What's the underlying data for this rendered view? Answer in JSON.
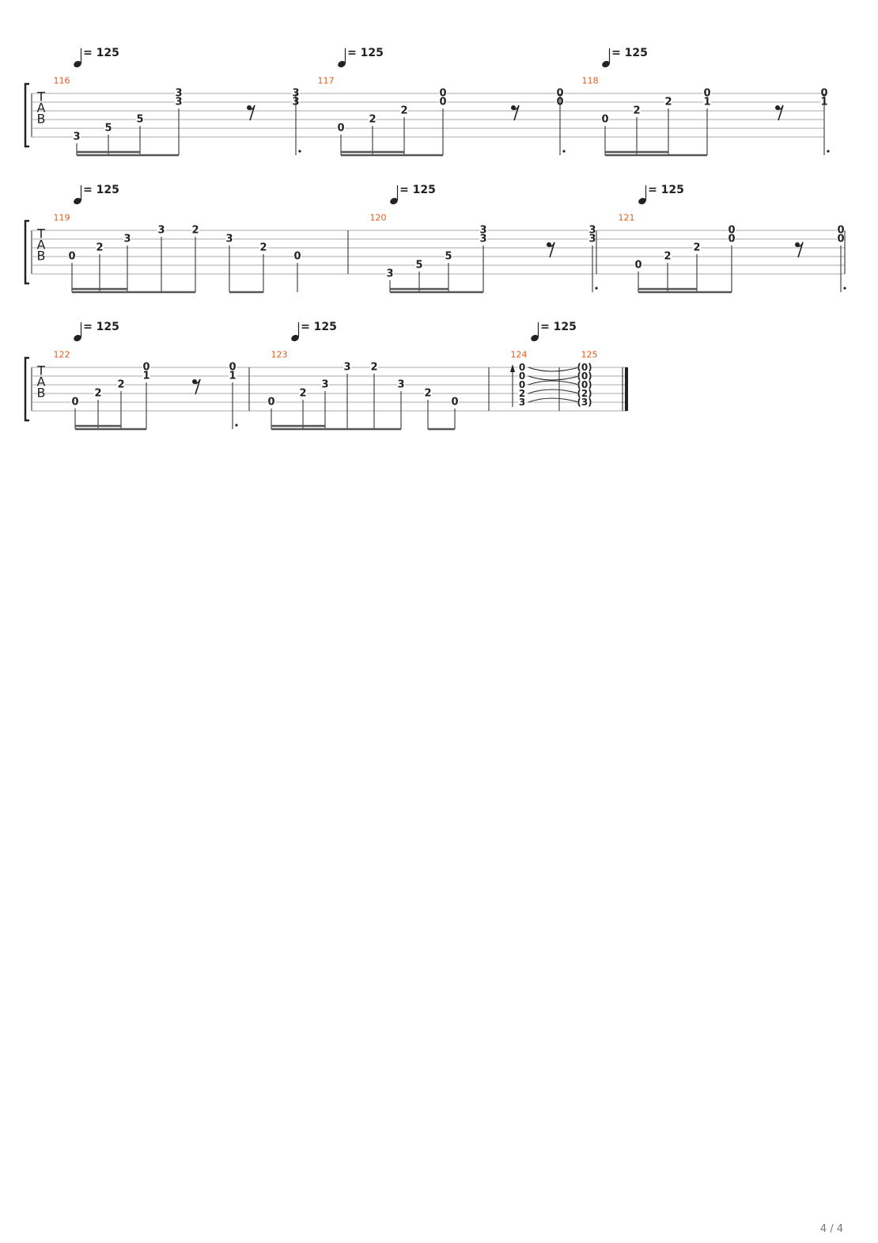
{
  "page_number": "4 / 4",
  "tempo": "= 125",
  "tab_label": [
    "T",
    "A",
    "B"
  ],
  "systems": [
    {
      "measures": [
        {
          "number": "116",
          "width": 334,
          "beats": [
            {
              "w": 57,
              "frets": [
                [
                  5,
                  "3"
                ]
              ],
              "stem": "plain"
            },
            {
              "w": 40,
              "frets": [
                [
                  4,
                  "5"
                ]
              ],
              "beam": 2
            },
            {
              "w": 40,
              "frets": [
                [
                  3,
                  "5"
                ]
              ],
              "beam": 2
            },
            {
              "w": 49,
              "frets": [
                [
                  0,
                  "3"
                ],
                [
                  1,
                  "3"
                ]
              ],
              "beam": 1
            },
            {
              "w": 92,
              "rest": "eighth"
            },
            {
              "w": 56,
              "frets": [
                [
                  0,
                  "3"
                ],
                [
                  1,
                  "3"
                ]
              ],
              "stem": "dot"
            }
          ]
        },
        {
          "number": "117",
          "width": 334,
          "beats": [
            {
              "w": 57,
              "frets": [
                [
                  4,
                  "0"
                ]
              ],
              "stem": "plain"
            },
            {
              "w": 40,
              "frets": [
                [
                  3,
                  "2"
                ]
              ],
              "beam": 2
            },
            {
              "w": 40,
              "frets": [
                [
                  2,
                  "2"
                ]
              ],
              "beam": 2
            },
            {
              "w": 49,
              "frets": [
                [
                  0,
                  "0"
                ],
                [
                  1,
                  "0"
                ]
              ],
              "beam": 1
            },
            {
              "w": 92,
              "rest": "eighth"
            },
            {
              "w": 56,
              "frets": [
                [
                  0,
                  "0"
                ],
                [
                  1,
                  "0"
                ]
              ],
              "stem": "dot"
            }
          ]
        },
        {
          "number": "118",
          "width": 334,
          "beats": [
            {
              "w": 57,
              "frets": [
                [
                  3,
                  "0"
                ]
              ],
              "stem": "plain"
            },
            {
              "w": 40,
              "frets": [
                [
                  2,
                  "2"
                ]
              ],
              "beam": 2
            },
            {
              "w": 40,
              "frets": [
                [
                  1,
                  "2"
                ]
              ],
              "beam": 2
            },
            {
              "w": 49,
              "frets": [
                [
                  0,
                  "0"
                ],
                [
                  1,
                  "1"
                ]
              ],
              "beam": 1
            },
            {
              "w": 92,
              "rest": "eighth"
            },
            {
              "w": 56,
              "frets": [
                [
                  0,
                  "0"
                ],
                [
                  1,
                  "1"
                ]
              ],
              "stem": "dot"
            }
          ]
        }
      ]
    },
    {
      "measures": [
        {
          "number": "119",
          "width": 400,
          "beats": [
            {
              "w": 51,
              "frets": [
                [
                  3,
                  "0"
                ]
              ],
              "stem": "plain"
            },
            {
              "w": 35,
              "frets": [
                [
                  2,
                  "2"
                ]
              ],
              "beam": 2
            },
            {
              "w": 35,
              "frets": [
                [
                  1,
                  "3"
                ]
              ],
              "beam": 2
            },
            {
              "w": 43,
              "frets": [
                [
                  0,
                  "3"
                ]
              ],
              "beam": 1
            },
            {
              "w": 43,
              "frets": [
                [
                  0,
                  "2"
                ]
              ],
              "beam": 1,
              "beam_end": true
            },
            {
              "w": 43,
              "frets": [
                [
                  1,
                  "3"
                ]
              ],
              "beam": 1
            },
            {
              "w": 43,
              "frets": [
                [
                  2,
                  "2"
                ]
              ],
              "beam": 1,
              "beam_end": true
            },
            {
              "w": 43,
              "frets": [
                [
                  3,
                  "0"
                ]
              ],
              "beam": 1
            }
          ]
        },
        {
          "number": "120",
          "width": 314,
          "beats": [
            {
              "w": 53,
              "frets": [
                [
                  5,
                  "3"
                ]
              ],
              "stem": "plain"
            },
            {
              "w": 37,
              "frets": [
                [
                  4,
                  "5"
                ]
              ],
              "beam": 2
            },
            {
              "w": 37,
              "frets": [
                [
                  3,
                  "5"
                ]
              ],
              "beam": 2
            },
            {
              "w": 44,
              "frets": [
                [
                  0,
                  "3"
                ],
                [
                  1,
                  "3"
                ]
              ],
              "beam": 1
            },
            {
              "w": 86,
              "rest": "eighth"
            },
            {
              "w": 52,
              "frets": [
                [
                  0,
                  "3"
                ],
                [
                  1,
                  "3"
                ]
              ],
              "stem": "dot"
            }
          ]
        },
        {
          "number": "121",
          "width": 314,
          "beats": [
            {
              "w": 53,
              "frets": [
                [
                  4,
                  "0"
                ]
              ],
              "stem": "plain"
            },
            {
              "w": 37,
              "frets": [
                [
                  3,
                  "2"
                ]
              ],
              "beam": 2
            },
            {
              "w": 37,
              "frets": [
                [
                  2,
                  "2"
                ]
              ],
              "beam": 2
            },
            {
              "w": 44,
              "frets": [
                [
                  0,
                  "0"
                ],
                [
                  1,
                  "0"
                ]
              ],
              "beam": 1
            },
            {
              "w": 86,
              "rest": "eighth"
            },
            {
              "w": 52,
              "frets": [
                [
                  0,
                  "0"
                ],
                [
                  1,
                  "0"
                ]
              ],
              "stem": "dot"
            }
          ]
        }
      ]
    },
    {
      "measures": [
        {
          "number": "122",
          "width": 275,
          "beats": [
            {
              "w": 55,
              "frets": [
                [
                  4,
                  "0"
                ]
              ],
              "stem": "plain"
            },
            {
              "w": 29,
              "frets": [
                [
                  3,
                  "2"
                ]
              ],
              "beam": 2
            },
            {
              "w": 29,
              "frets": [
                [
                  2,
                  "2"
                ]
              ],
              "beam": 2
            },
            {
              "w": 32,
              "frets": [
                [
                  0,
                  "0"
                ],
                [
                  1,
                  "1"
                ]
              ],
              "beam": 1
            },
            {
              "w": 64,
              "rest": "eighth"
            },
            {
              "w": 45,
              "frets": [
                [
                  0,
                  "0"
                ],
                [
                  1,
                  "1"
                ]
              ],
              "stem": "dot"
            }
          ]
        },
        {
          "number": "123",
          "width": 303,
          "beats": [
            {
              "w": 28,
              "frets": [
                [
                  4,
                  "0"
                ]
              ],
              "stem": "plain"
            },
            {
              "w": 40,
              "frets": [
                [
                  3,
                  "2"
                ]
              ],
              "beam": 2
            },
            {
              "w": 28,
              "frets": [
                [
                  2,
                  "3"
                ]
              ],
              "beam": 2
            },
            {
              "w": 28,
              "frets": [
                [
                  0,
                  "3"
                ]
              ],
              "beam": 1
            },
            {
              "w": 34,
              "frets": [
                [
                  0,
                  "2"
                ]
              ],
              "beam": 1
            },
            {
              "w": 34,
              "frets": [
                [
                  2,
                  "3"
                ]
              ],
              "beam": 1,
              "beam_end": true
            },
            {
              "w": 34,
              "frets": [
                [
                  3,
                  "2"
                ]
              ],
              "beam": 1
            },
            {
              "w": 34,
              "frets": [
                [
                  4,
                  "0"
                ]
              ],
              "beam": 1,
              "beam_end": true
            }
          ]
        },
        {
          "number": "124",
          "width": 89,
          "chord": true,
          "frets": [
            [
              0,
              "0"
            ],
            [
              1,
              "0"
            ],
            [
              2,
              "0"
            ],
            [
              3,
              "2"
            ],
            [
              4,
              "3"
            ]
          ]
        },
        {
          "number": "125",
          "width": 86,
          "chord_tied": true,
          "frets": [
            [
              0,
              "(0)"
            ],
            [
              1,
              "(0)"
            ],
            [
              2,
              "(0)"
            ],
            [
              3,
              "(2)"
            ],
            [
              4,
              "(3)"
            ]
          ]
        }
      ]
    }
  ]
}
